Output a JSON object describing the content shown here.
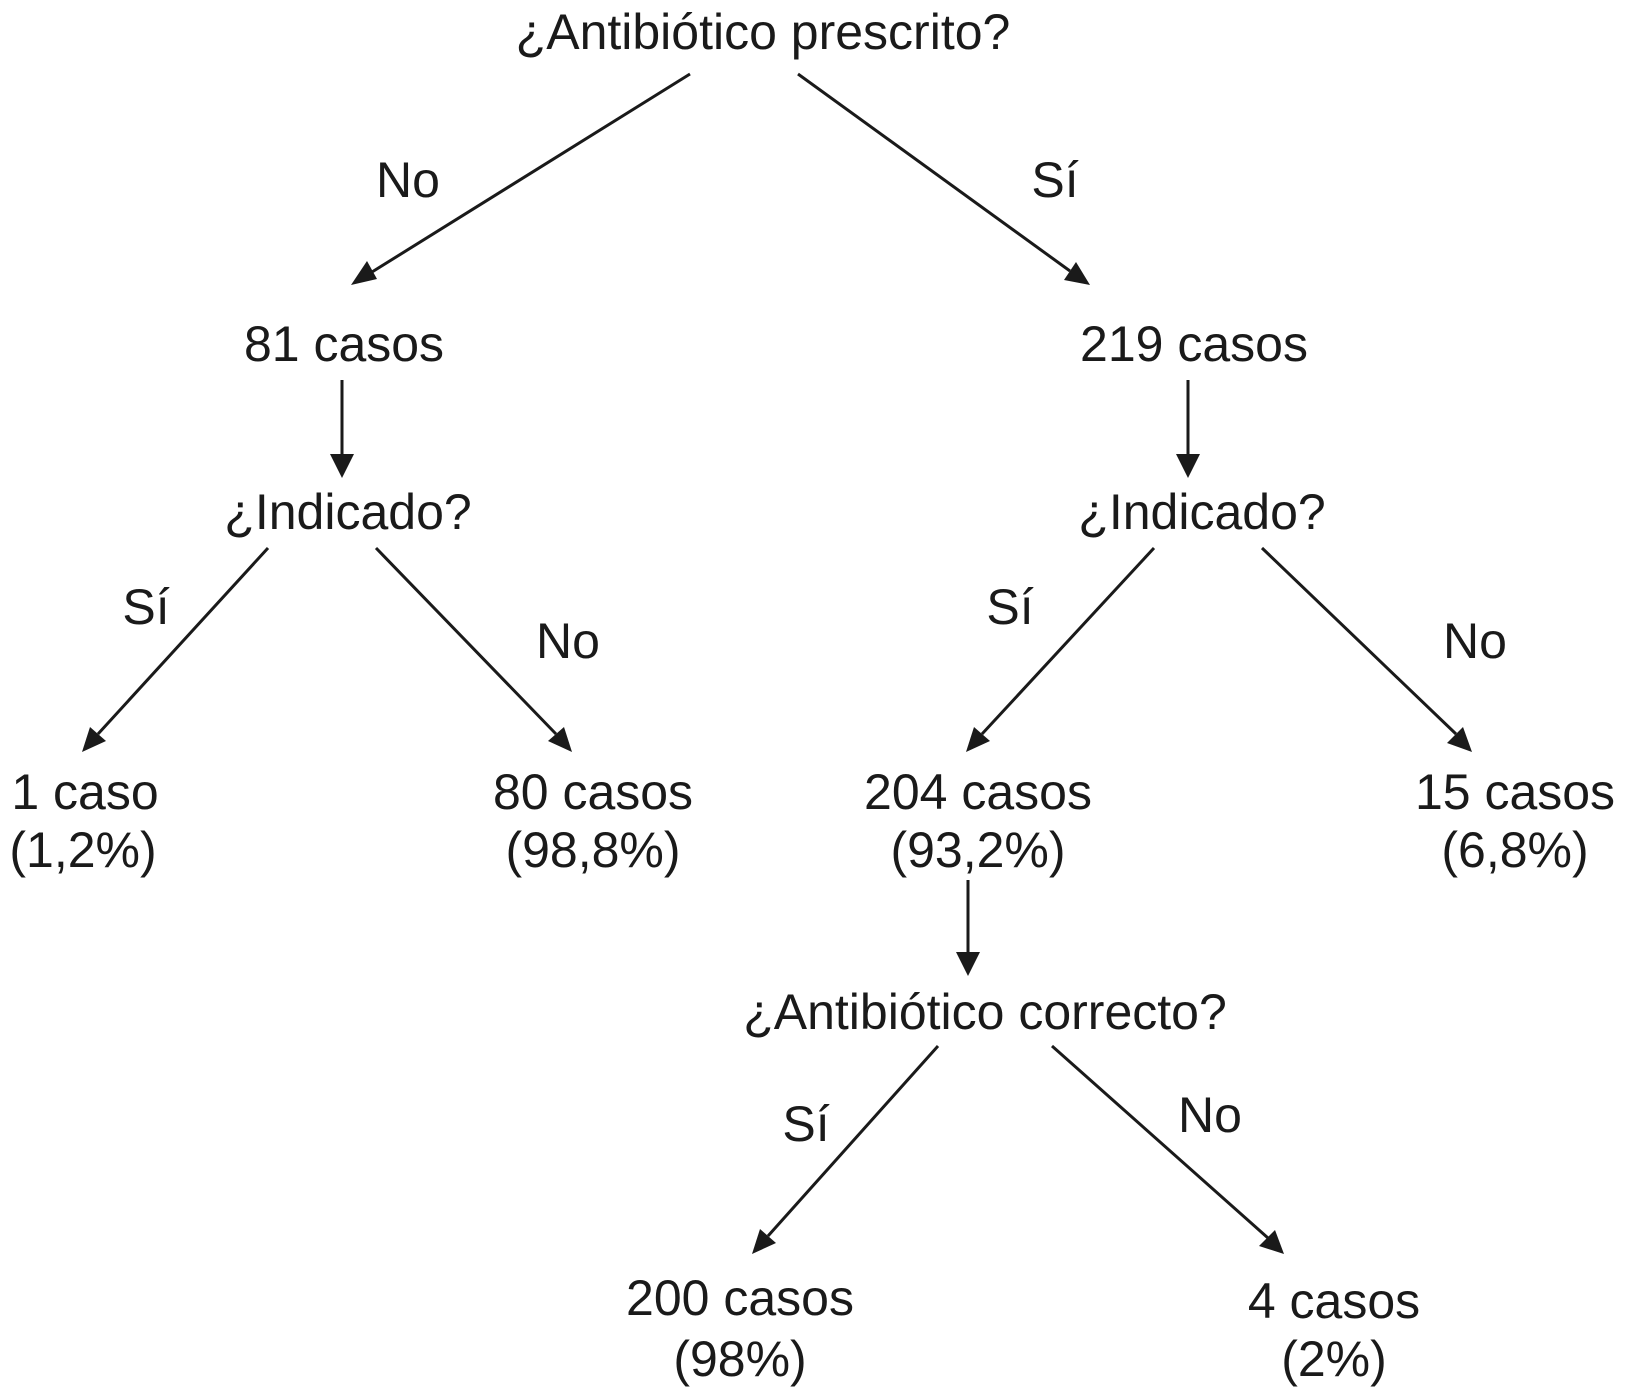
{
  "tree": {
    "root_question": "¿Antibiótico prescrito?",
    "left_branch": {
      "label": "No",
      "cases": "81 casos",
      "question": "¿Indicado?",
      "yes": {
        "label": "Sí",
        "cases": "1 caso",
        "percent": "(1,2%)"
      },
      "no": {
        "label": "No",
        "cases": "80 casos",
        "percent": "(98,8%)"
      }
    },
    "right_branch": {
      "label": "Sí",
      "cases": "219 casos",
      "question": "¿Indicado?",
      "yes": {
        "label": "Sí",
        "cases": "204 casos",
        "percent": "(93,2%)",
        "question": "¿Antibiótico correcto?",
        "yes": {
          "label": "Sí",
          "cases": "200 casos",
          "percent": "(98%)"
        },
        "no": {
          "label": "No",
          "cases": "4 casos",
          "percent": "(2%)"
        }
      },
      "no": {
        "label": "No",
        "cases": "15 casos",
        "percent": "(6,8%)"
      }
    }
  }
}
